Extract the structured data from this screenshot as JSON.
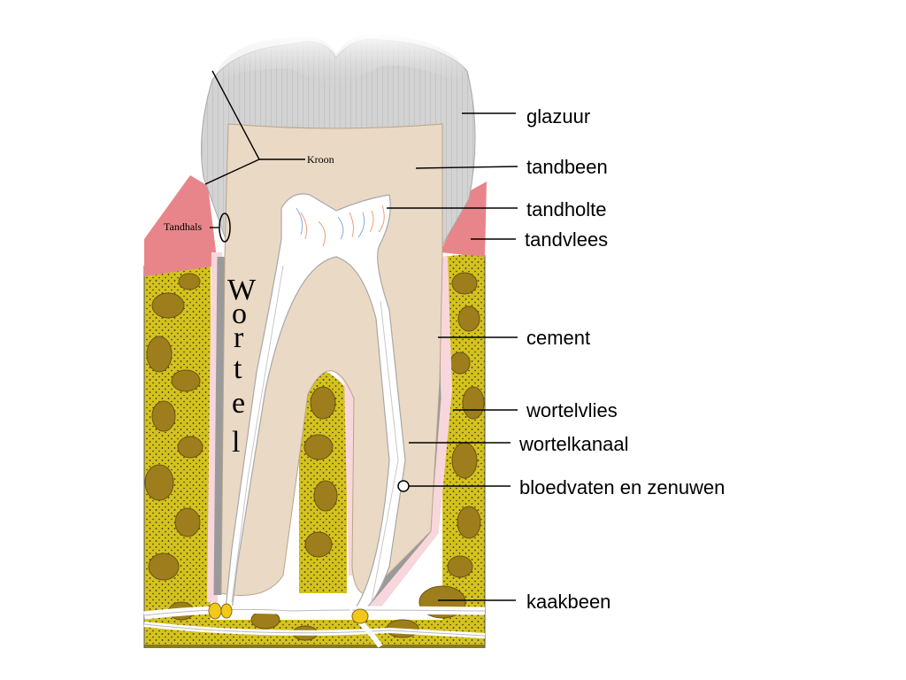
{
  "diagram": {
    "labels": {
      "glazuur": "glazuur",
      "tandbeen": "tandbeen",
      "tandholte": "tandholte",
      "tandvlees": "tandvlees",
      "cement": "cement",
      "wortelvlies": "wortelvlies",
      "wortelkanaal": "wortelkanaal",
      "bloedvaten": "bloedvaten en zenuwen",
      "kaakbeen": "kaakbeen",
      "kroon": "Kroon",
      "tandhals": "Tandhals"
    },
    "wortel_letters": [
      "W",
      "o",
      "r",
      "t",
      "e",
      "l"
    ]
  },
  "colors": {
    "enamel": "#d3d3d3",
    "dentin": "#ead9c4",
    "pulp": "#ffffff",
    "gum": "#e8858a",
    "bone": "#d4c21e",
    "bone_blob": "#9e7e1c",
    "periodontal": "#f7d7dc",
    "cementum": "#9a9a9a",
    "nerve": "#f2c81a"
  }
}
